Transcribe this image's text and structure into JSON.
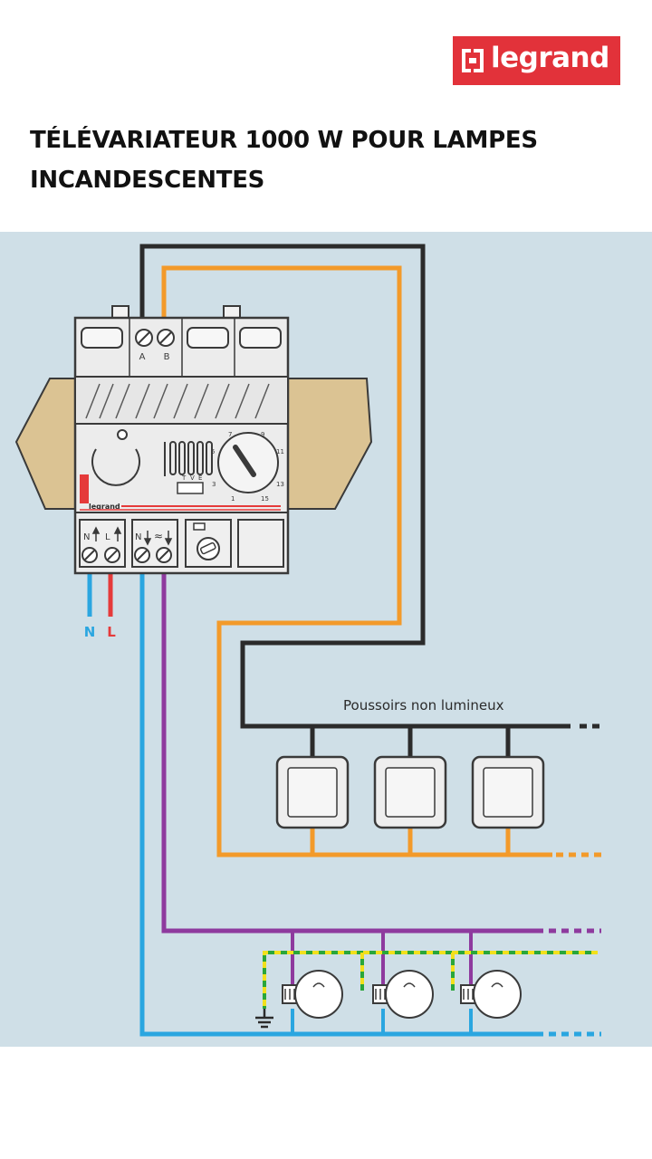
{
  "brand": {
    "logo_text": "legrand",
    "accent_color": "#e2323a"
  },
  "title": "TÉLÉVARIATEUR 1000 W POUR LAMPES INCANDESCENTES",
  "diagram": {
    "wire_colors": {
      "control": "#2b2b2b",
      "switch_return": "#f39a2a",
      "load": "#8e3a9e",
      "neutral": "#2aa6e0",
      "phase": "#e53a3a",
      "earth_green": "#2aa63a",
      "earth_yellow": "#f2e01c"
    },
    "module": {
      "terminal_labels_top": [
        "A",
        "B"
      ],
      "terminal_labels_bottom": [
        "N",
        "L",
        "N",
        "≈"
      ],
      "dial_scale": [
        "1",
        "3",
        "5",
        "7",
        "9",
        "11",
        "13",
        "15"
      ],
      "mode_labels": [
        "T",
        "V",
        "E"
      ],
      "brand_text": "legrand"
    },
    "supply_labels": {
      "neutral": "N",
      "phase": "L"
    },
    "pushbuttons_label": "Poussoirs non lumineux",
    "pushbutton_count": 3,
    "lamp_count": 3
  }
}
